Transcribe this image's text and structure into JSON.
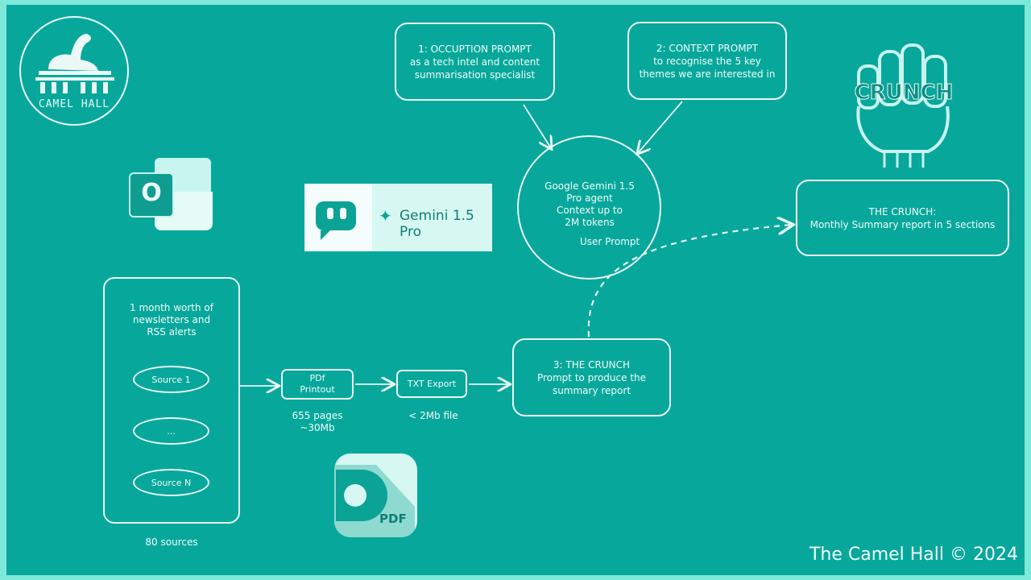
{
  "logo": {
    "text": "CAMEL HALL"
  },
  "crunch_logo": {
    "text": "CRUNCH"
  },
  "prompts": {
    "occupation": "1: OCCUPTION PROMPT\nas a tech intel and content\nsummarisation specialist",
    "context": "2: CONTEXT PROMPT\nto recognise the 5 key\nthemes we are interested in",
    "crunch": "3: THE CRUNCH\nPrompt to produce the\nsummary report"
  },
  "agent": {
    "label": "Google Gemini 1.5\nPro agent\nContext up to\n2M tokens",
    "user_prompt": "User Prompt"
  },
  "gemini_badge": {
    "label": "Gemini 1.5 Pro"
  },
  "output": {
    "label": "THE CRUNCH:\nMonthly Summary report in 5 sections"
  },
  "sources": {
    "title": "1 month worth of\nnewsletters and\nRSS alerts",
    "items": [
      "Source 1",
      "...",
      "Source N"
    ],
    "count": "80 sources"
  },
  "pdf_step": {
    "label": "PDf\nPrintout",
    "note": "655 pages\n~30Mb"
  },
  "txt_step": {
    "label": "TXT Export",
    "note": "< 2Mb file"
  },
  "pdf_app": {
    "label": "PDF"
  },
  "outlook": {
    "letter": "O"
  },
  "footer": "The Camel Hall © 2024",
  "colors": {
    "background": "#07a89b",
    "border": "#7ee8da",
    "stroke": "#eaf8f6"
  }
}
